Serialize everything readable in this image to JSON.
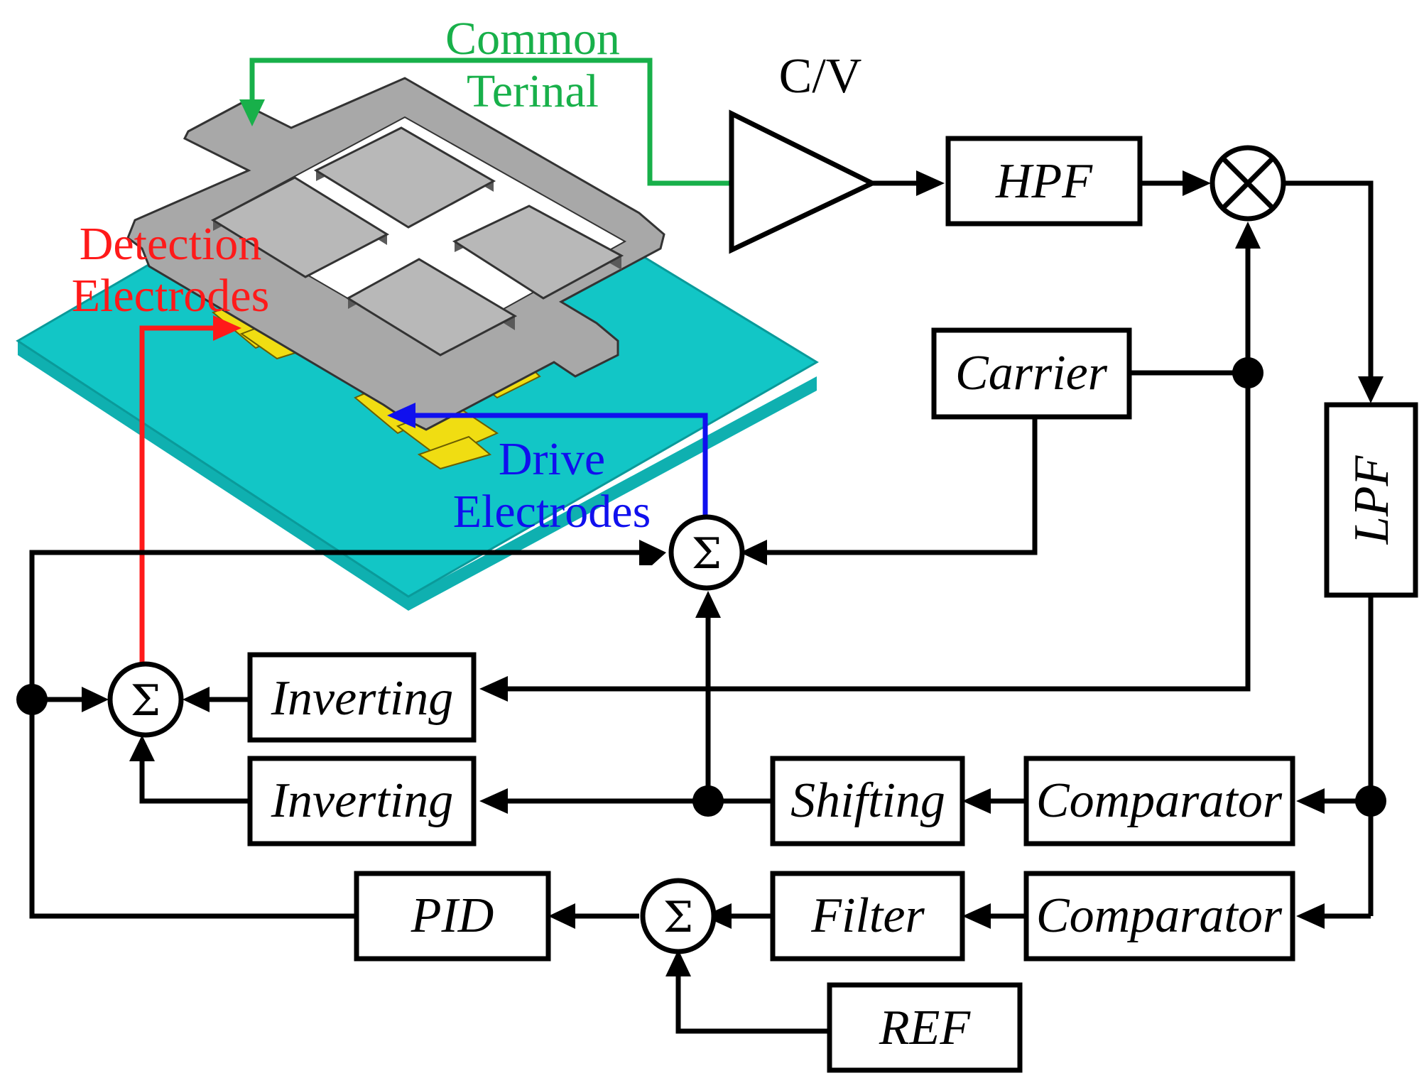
{
  "annotations": {
    "common_terminal": [
      "Common",
      "Terinal"
    ],
    "detection_electrodes": [
      "Detection",
      "Electrodes"
    ],
    "drive_electrodes": [
      "Drive",
      "Electrodes"
    ],
    "cv": "C/V"
  },
  "blocks": {
    "hpf": "HPF",
    "carrier": "Carrier",
    "lpf": "LPF",
    "inverting_top": "Inverting",
    "inverting_bottom": "Inverting",
    "shifting": "Shifting",
    "comparator_top": "Comparator",
    "comparator_bottom": "Comparator",
    "filter": "Filter",
    "pid": "PID",
    "ref": "REF"
  },
  "symbols": {
    "sum": "Σ"
  },
  "colors": {
    "detection": "#ff1a1a",
    "drive": "#1010ee",
    "common": "#18b04a",
    "substrate": "#12c6c6",
    "electrode": "#f0dd12",
    "proof_mass": "#b8b8b8"
  }
}
